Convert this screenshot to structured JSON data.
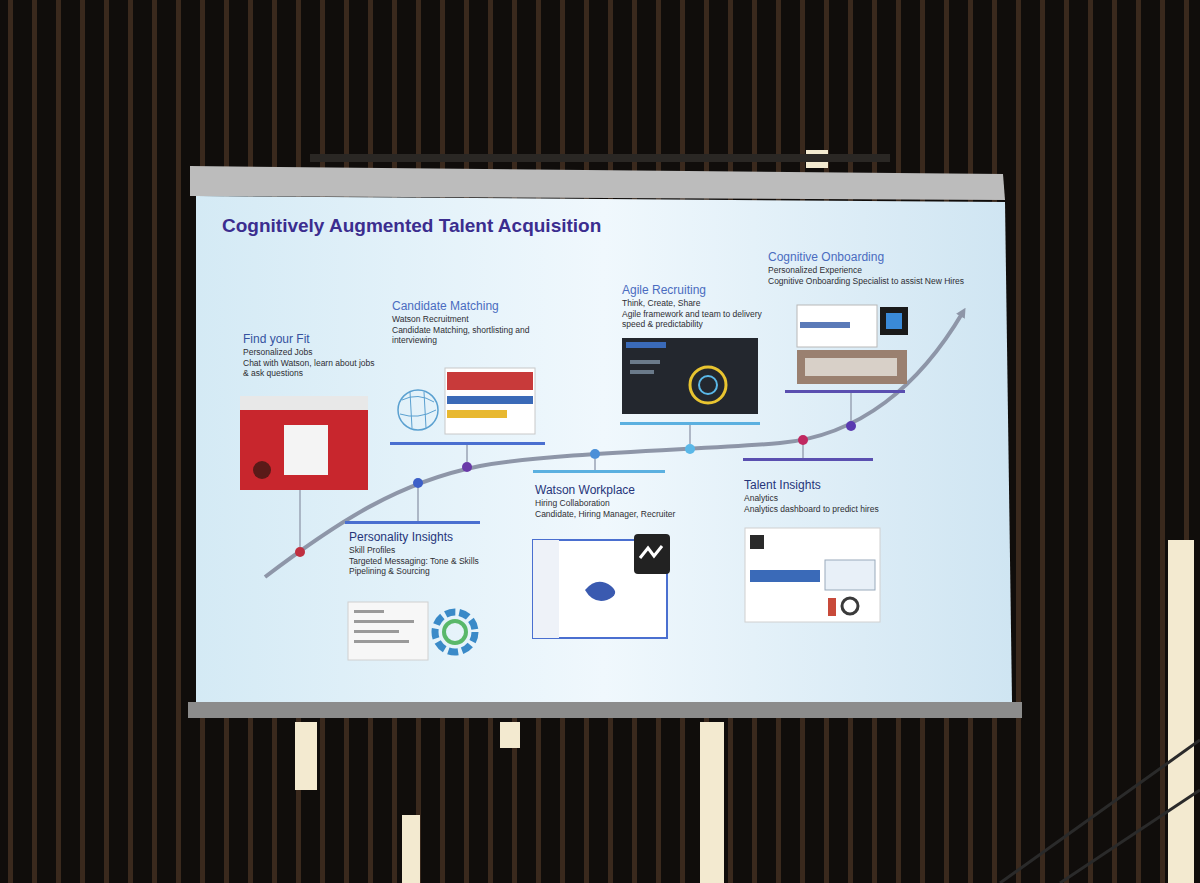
{
  "diagram": {
    "title": "Cognitively Augmented Talent Acquisition",
    "nodes": [
      {
        "text": [
          "Find your Fit",
          "Personalized Jobs",
          "Chat with Watson, learn about jobs & ask questions"
        ]
      },
      {
        "text": [
          "Personality Insights",
          "Skill Profiles",
          "Targeted Messaging: Tone & Skills",
          "Pipelining & Sourcing"
        ]
      },
      {
        "text": [
          "Candidate Matching",
          "Watson Recruitment",
          "Candidate Matching, shortlisting and interviewing"
        ]
      },
      {
        "text": [
          "Watson Workplace",
          "Hiring Collaboration",
          "Candidate, Hiring Manager, Recruiter"
        ]
      },
      {
        "text": [
          "Agile Recruiting",
          "Think, Create, Share",
          "Agile framework and team to delivery speed & predictability"
        ]
      },
      {
        "text": [
          "Talent Insights",
          "Analytics",
          "Analytics dashboard to predict hires"
        ]
      },
      {
        "text": [
          "Cognitive Onboarding",
          "Personalized Experience",
          "Cognitive Onboarding Specialist to assist New Hires"
        ]
      }
    ]
  }
}
